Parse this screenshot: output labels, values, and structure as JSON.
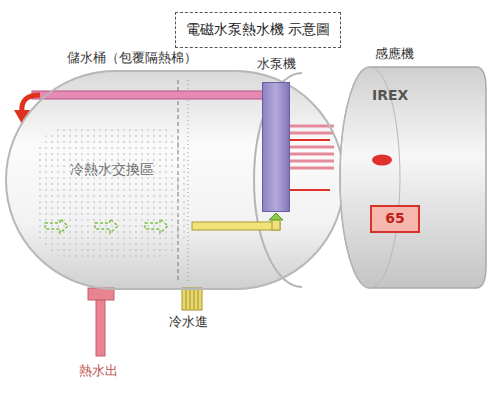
{
  "diagram": {
    "title": "電磁水泵熱水機 示意圖",
    "nodes": [
      {
        "text": [
          "儲水桶（包覆隔熱棉）"
        ]
      },
      {
        "text": [
          "冷熱水交換區"
        ],
        "in": 0
      },
      {
        "text": [
          "水泵機"
        ]
      },
      {
        "text": [
          "感應機",
          "IREX"
        ]
      },
      {
        "text": [
          "65"
        ],
        "in": 3
      }
    ],
    "edges": [
      {
        "from": 2,
        "to": 3,
        "arrow": "none"
      },
      {
        "from": 2,
        "to": 3,
        "arrow": "none"
      }
    ],
    "labels": [
      "冷水進",
      "熱水出"
    ]
  }
}
